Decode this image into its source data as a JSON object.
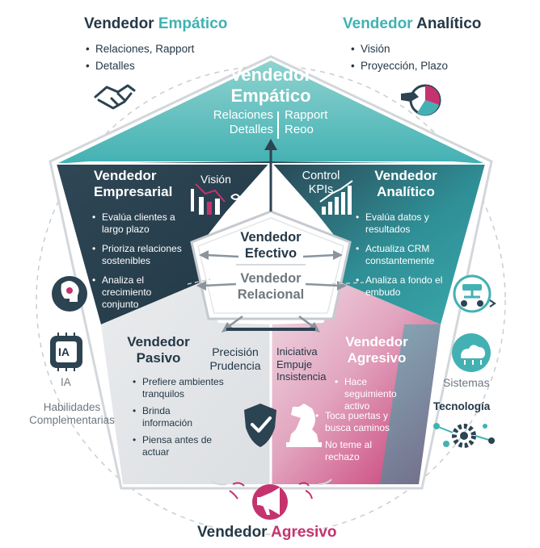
{
  "corner_top_left": {
    "title_a": "Vendedor ",
    "title_b": "Empático",
    "items": [
      "Relaciones, Rapport",
      "Detalles"
    ]
  },
  "corner_top_right": {
    "title_a": "Vendedor ",
    "title_b": "Analítico",
    "items": [
      "Visión",
      "Proyección, Plazo"
    ]
  },
  "top_segment": {
    "title_line1": "Vendedor",
    "title_line2": "Empático",
    "left_words": [
      "Relaciones",
      "Detalles"
    ],
    "right_words": [
      "Rapport",
      "Reoo"
    ]
  },
  "left_segment": {
    "title_line1": "Vendedor",
    "title_line2": "Empresarial",
    "keyword": "Visión",
    "bullets": [
      "Evalúa clientes a largo plazo",
      "Prioriza relaciones sostenibles",
      "Analiza el crecimiento conjunto"
    ]
  },
  "right_segment": {
    "title_line1": "Vendedor",
    "title_line2": "Analítico",
    "keywords": [
      "Control",
      "KPIs"
    ],
    "bullets": [
      "Evalúa datos y resultados",
      "Actualiza CRM constantemente",
      "Analiza a fondo el embudo"
    ]
  },
  "center": {
    "line1": "Vendedor",
    "line2": "Efectivo",
    "line3": "Vendedor",
    "line4": "Relacional"
  },
  "bottom_left_segment": {
    "title_line1": "Vendedor",
    "title_line2": "Pasivo",
    "keywords": [
      "Precisión",
      "Prudencia"
    ],
    "bullets": [
      "Prefiere ambientes tranquilos",
      "Brinda información",
      "Piensa antes de actuar"
    ]
  },
  "bottom_right_segment": {
    "title_line1": "Vendedor",
    "title_line2": "Agresivo",
    "keywords": [
      "Iniciativa",
      "Empuje",
      "Insistencia"
    ],
    "bullets": [
      "Hace seguimiento activo",
      "Toca puertas y busca caminos",
      "No teme al rechazo"
    ]
  },
  "side_labels": {
    "ia_badge": "IA",
    "ia": "IA",
    "habilidades": [
      "Habilidades",
      "Complementarias"
    ],
    "sistemas": "Sistemas",
    "tecnologia": "Tecnología"
  },
  "footer": {
    "title_a": "Vendedor ",
    "title_b": "Agresivo"
  },
  "colors": {
    "teal": "#43b1b3",
    "teal_light": "#6ec6c4",
    "dark_navy": "#2c4352",
    "pink": "#c5336e",
    "gray_light": "#e4e6e8",
    "text_dark": "#243847"
  },
  "icons": [
    "handshake-icon",
    "pie-chart-icon",
    "brain-icon",
    "ia-chip-icon",
    "hierarchy-icon",
    "cloud-network-icon",
    "gear-network-icon",
    "bar-chart-icon",
    "shield-check-icon",
    "chess-knight-icon",
    "megaphone-icon"
  ]
}
